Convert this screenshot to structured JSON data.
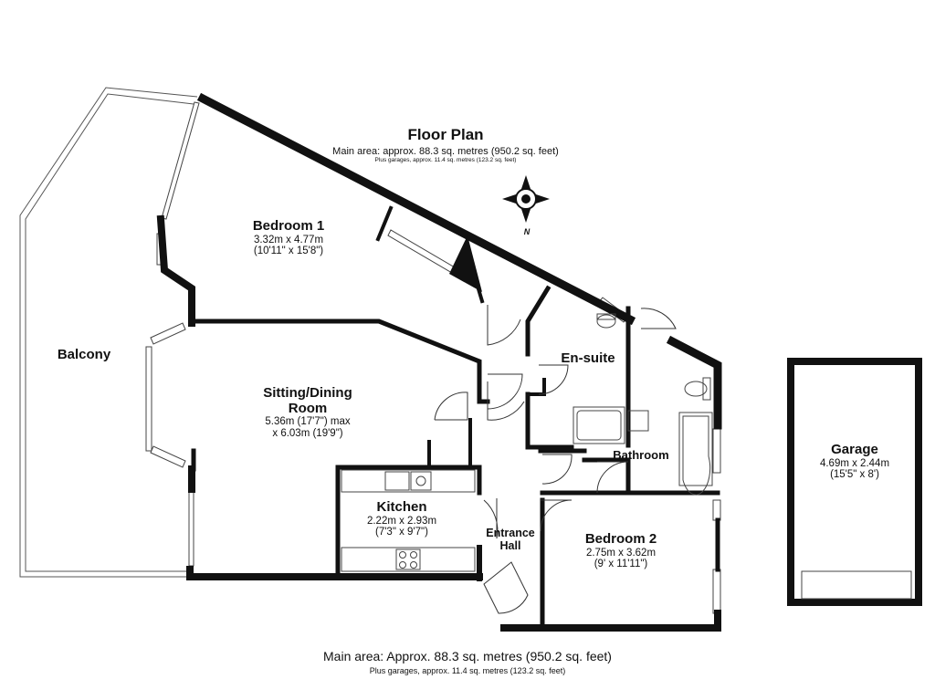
{
  "header": {
    "title": "Floor Plan",
    "main_area": "Main area: approx. 88.3 sq. metres (950.2 sq. feet)",
    "garages": "Plus garages, approx. 11.4 sq. metres (123.2 sq. feet)"
  },
  "compass": {
    "label": "N",
    "icon": "compass-rose-icon"
  },
  "rooms": {
    "bedroom1": {
      "name": "Bedroom 1",
      "dim_m": "3.32m x 4.77m",
      "dim_ft": "(10'11\" x 15'8\")"
    },
    "balcony": {
      "name": "Balcony"
    },
    "sitting": {
      "name_line1": "Sitting/Dining",
      "name_line2": "Room",
      "dim_line1": "5.36m (17'7\") max",
      "dim_line2": "x 6.03m (19'9\")"
    },
    "ensuite": {
      "name": "En-suite"
    },
    "bathroom": {
      "name": "Bathroom"
    },
    "kitchen": {
      "name": "Kitchen",
      "dim_m": "2.22m x 2.93m",
      "dim_ft": "(7'3\" x 9'7\")"
    },
    "entrance": {
      "name_line1": "Entrance",
      "name_line2": "Hall"
    },
    "bedroom2": {
      "name": "Bedroom 2",
      "dim_m": "2.75m x 3.62m",
      "dim_ft": "(9' x 11'11\")"
    },
    "garage": {
      "name": "Garage",
      "dim_m": "4.69m x 2.44m",
      "dim_ft": "(15'5\" x 8')"
    }
  },
  "footer": {
    "main_area": "Main area: Approx. 88.3 sq. metres (950.2 sq. feet)",
    "garages": "Plus garages, approx. 11.4 sq. metres (123.2 sq. feet)"
  },
  "colors": {
    "wall": "#111111",
    "line": "#222222",
    "background": "#ffffff"
  }
}
